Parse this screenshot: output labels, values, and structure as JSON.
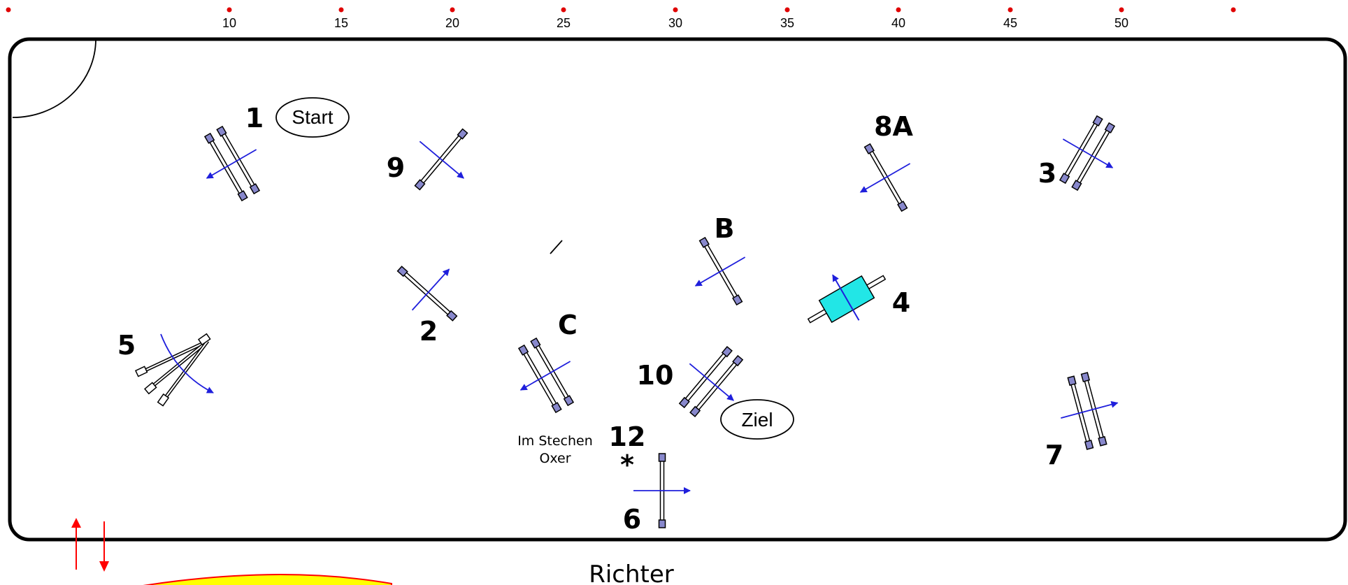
{
  "ruler": {
    "ticks": [
      "",
      "10",
      "15",
      "20",
      "25",
      "30",
      "35",
      "40",
      "45",
      "50",
      ""
    ]
  },
  "obstacles": [
    {
      "id": "1",
      "label": "1"
    },
    {
      "id": "9",
      "label": "9"
    },
    {
      "id": "8A",
      "label": "8A"
    },
    {
      "id": "3",
      "label": "3"
    },
    {
      "id": "B",
      "label": "B"
    },
    {
      "id": "2",
      "label": "2"
    },
    {
      "id": "4",
      "label": "4"
    },
    {
      "id": "5",
      "label": "5"
    },
    {
      "id": "C",
      "label": "C"
    },
    {
      "id": "10",
      "label": "10"
    },
    {
      "id": "12",
      "label": "12"
    },
    {
      "id": "6",
      "label": "6"
    },
    {
      "id": "7",
      "label": "7"
    }
  ],
  "markers": {
    "start": "Start",
    "finish": "Ziel",
    "asterisk": "*",
    "jumpoff_line1": "Im Stechen",
    "jumpoff_line2": "Oxer"
  },
  "judge": "Richter",
  "colors": {
    "arrow": "#1f1fdc",
    "pole_fill": "#8888cc",
    "water": "#22e6e6",
    "ruler_dot": "#e00000",
    "entry_arrow": "#ff0000",
    "stand_fill": "#ffff00",
    "stand_stroke": "#ff0000"
  }
}
